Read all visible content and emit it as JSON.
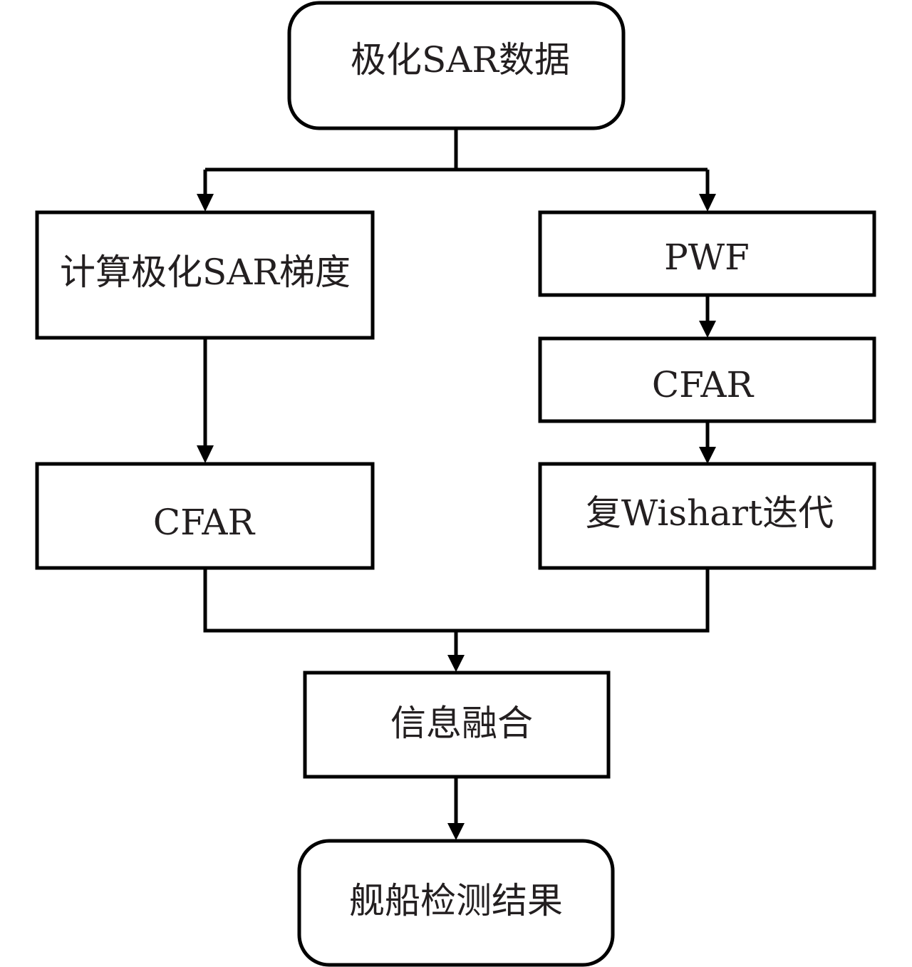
{
  "diagram": {
    "type": "flowchart",
    "colors": {
      "stroke": "#000000",
      "text": "#231f20",
      "background": "#ffffff"
    },
    "nodes": [
      {
        "id": "input",
        "label": "极化SAR数据",
        "shape": "rounded-rect"
      },
      {
        "id": "gradient",
        "label": "计算极化SAR梯度",
        "shape": "rect"
      },
      {
        "id": "cfar_left",
        "label": "CFAR",
        "shape": "rect"
      },
      {
        "id": "pwf",
        "label": "PWF",
        "shape": "rect"
      },
      {
        "id": "cfar_right",
        "label": "CFAR",
        "shape": "rect"
      },
      {
        "id": "wishart",
        "label": "复Wishart迭代",
        "shape": "rect"
      },
      {
        "id": "fusion",
        "label": "信息融合",
        "shape": "rect"
      },
      {
        "id": "output",
        "label": "舰船检测结果",
        "shape": "rounded-rect"
      }
    ],
    "edges": [
      {
        "from": "input",
        "to": "gradient"
      },
      {
        "from": "input",
        "to": "pwf"
      },
      {
        "from": "gradient",
        "to": "cfar_left"
      },
      {
        "from": "pwf",
        "to": "cfar_right"
      },
      {
        "from": "cfar_right",
        "to": "wishart"
      },
      {
        "from": "cfar_left",
        "to": "fusion"
      },
      {
        "from": "wishart",
        "to": "fusion"
      },
      {
        "from": "fusion",
        "to": "output"
      }
    ]
  }
}
